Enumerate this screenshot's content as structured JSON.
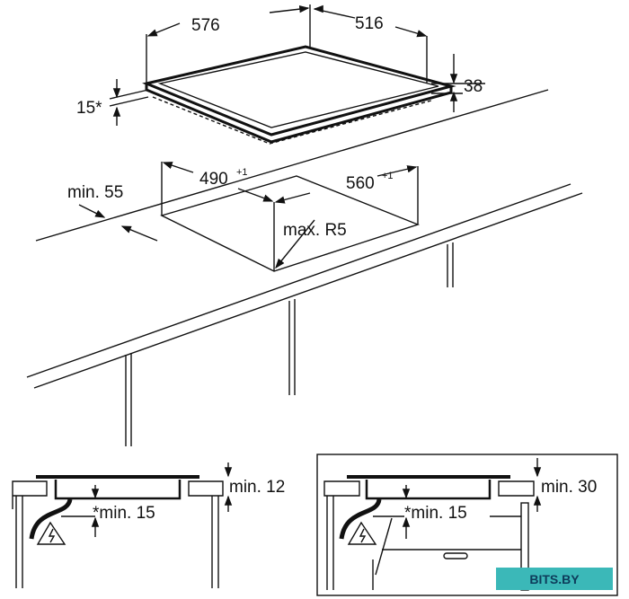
{
  "labels": {
    "hob_width": "576",
    "hob_depth": "516",
    "hob_height": "38",
    "frame_height": "15*",
    "cutout_width": "490",
    "cutout_width_tol": "+1",
    "cutout_depth": "560",
    "cutout_depth_tol": "+1",
    "edge_distance": "min. 55",
    "corner_radius": "max. R5"
  },
  "section_left": {
    "top_gap": "min. 12",
    "bottom_gap": "*min. 15"
  },
  "section_right": {
    "top_gap": "min. 30",
    "bottom_gap": "*min. 15"
  },
  "watermark": "BITS.BY",
  "colors": {
    "line": "#111111",
    "watermark_bg": "#3bb8b8"
  }
}
